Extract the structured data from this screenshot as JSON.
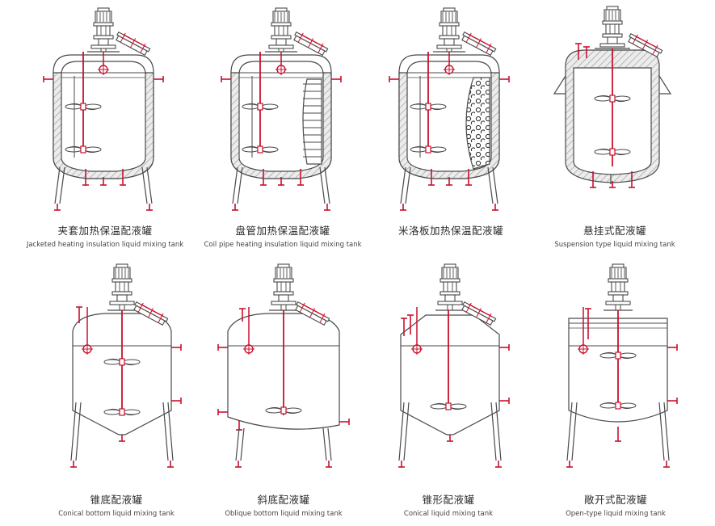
{
  "tanks": [
    {
      "zh": "夹套加热保温配液罐",
      "en": "Jacketed heating insulation liquid mixing tank",
      "variant": "jacketed"
    },
    {
      "zh": "盘管加热保温配液罐",
      "en": "Coil pipe heating insulation liquid mixing tank",
      "variant": "coil"
    },
    {
      "zh": "米洛板加热保温配液罐",
      "en": "",
      "variant": "miller"
    },
    {
      "zh": "悬挂式配液罐",
      "en": "Suspension type liquid mixing tank",
      "variant": "suspension"
    },
    {
      "zh": "锥底配液罐",
      "en": "Conical bottom liquid mixing tank",
      "variant": "conical-bottom"
    },
    {
      "zh": "斜底配液罐",
      "en": "Oblique bottom liquid mixing tank",
      "variant": "oblique-bottom"
    },
    {
      "zh": "锥形配液罐",
      "en": "Conical liquid mixing tank",
      "variant": "conical"
    },
    {
      "zh": "敞开式配液罐",
      "en": "Open-type liquid mixing tank",
      "variant": "open"
    }
  ],
  "colors": {
    "outline": "#4a4a4a",
    "pipe": "#c8102e",
    "insulation": "#cfcfcf",
    "dot": "#333333"
  }
}
